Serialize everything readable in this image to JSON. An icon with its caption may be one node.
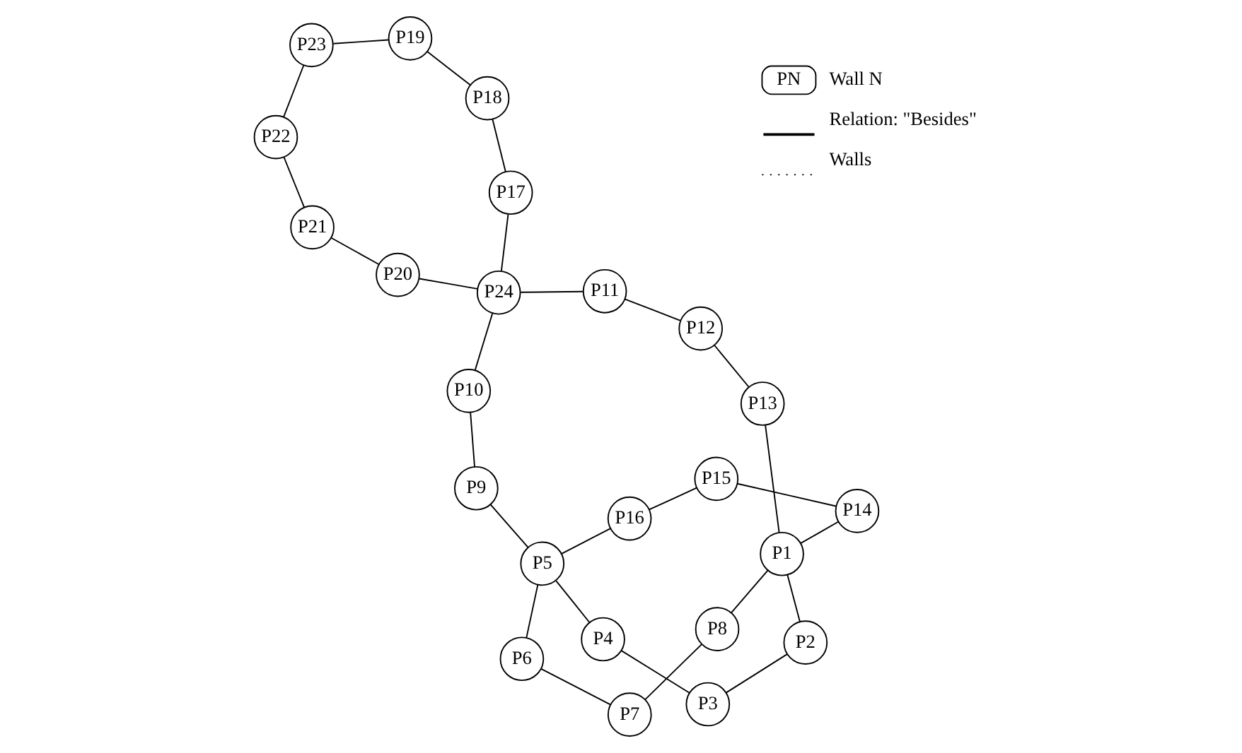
{
  "diagram": {
    "nodes": [
      {
        "text": [
          "P1"
        ]
      },
      {
        "text": [
          "P2"
        ]
      },
      {
        "text": [
          "P3"
        ]
      },
      {
        "text": [
          "P4"
        ]
      },
      {
        "text": [
          "P5"
        ]
      },
      {
        "text": [
          "P6"
        ]
      },
      {
        "text": [
          "P7"
        ]
      },
      {
        "text": [
          "P8"
        ]
      },
      {
        "text": [
          "P9"
        ]
      },
      {
        "text": [
          "P10"
        ]
      },
      {
        "text": [
          "P11"
        ]
      },
      {
        "text": [
          "P12"
        ]
      },
      {
        "text": [
          "P13"
        ]
      },
      {
        "text": [
          "P14"
        ]
      },
      {
        "text": [
          "P15"
        ]
      },
      {
        "text": [
          "P16"
        ]
      },
      {
        "text": [
          "P17"
        ]
      },
      {
        "text": [
          "P18"
        ]
      },
      {
        "text": [
          "P19"
        ]
      },
      {
        "text": [
          "P20"
        ]
      },
      {
        "text": [
          "P21"
        ]
      },
      {
        "text": [
          "P22"
        ]
      },
      {
        "text": [
          "P23"
        ]
      },
      {
        "text": [
          "P24"
        ]
      }
    ],
    "edges": [
      {
        "from": 16,
        "to": 23,
        "arrow": "none"
      },
      {
        "from": 16,
        "to": 17,
        "arrow": "none"
      },
      {
        "from": 17,
        "to": 18,
        "arrow": "none"
      },
      {
        "from": 18,
        "to": 22,
        "arrow": "none"
      },
      {
        "from": 22,
        "to": 21,
        "arrow": "none"
      },
      {
        "from": 21,
        "to": 20,
        "arrow": "none"
      },
      {
        "from": 20,
        "to": 19,
        "arrow": "none"
      },
      {
        "from": 19,
        "to": 23,
        "arrow": "none"
      },
      {
        "from": 23,
        "to": 10,
        "arrow": "none"
      },
      {
        "from": 23,
        "to": 9,
        "arrow": "none"
      },
      {
        "from": 9,
        "to": 8,
        "arrow": "none"
      },
      {
        "from": 8,
        "to": 4,
        "arrow": "none"
      },
      {
        "from": 10,
        "to": 11,
        "arrow": "none"
      },
      {
        "from": 11,
        "to": 12,
        "arrow": "none"
      },
      {
        "from": 12,
        "to": 0,
        "arrow": "none"
      },
      {
        "from": 0,
        "to": 1,
        "arrow": "none"
      },
      {
        "from": 1,
        "to": 2,
        "arrow": "none"
      },
      {
        "from": 2,
        "to": 3,
        "arrow": "none"
      },
      {
        "from": 3,
        "to": 4,
        "arrow": "none"
      },
      {
        "from": 0,
        "to": 7,
        "arrow": "none"
      },
      {
        "from": 0,
        "to": 13,
        "arrow": "none"
      },
      {
        "from": 13,
        "to": 14,
        "arrow": "none"
      },
      {
        "from": 14,
        "to": 15,
        "arrow": "none"
      },
      {
        "from": 15,
        "to": 4,
        "arrow": "none"
      },
      {
        "from": 4,
        "to": 5,
        "arrow": "none"
      },
      {
        "from": 5,
        "to": 6,
        "arrow": "none"
      },
      {
        "from": 6,
        "to": 7,
        "arrow": "none"
      }
    ],
    "labels": [
      "PN"
    ],
    "legend": [
      {
        "text": "Wall N"
      },
      {
        "text": "Relation: \"Besides\""
      },
      {
        "text": "Walls"
      }
    ]
  }
}
